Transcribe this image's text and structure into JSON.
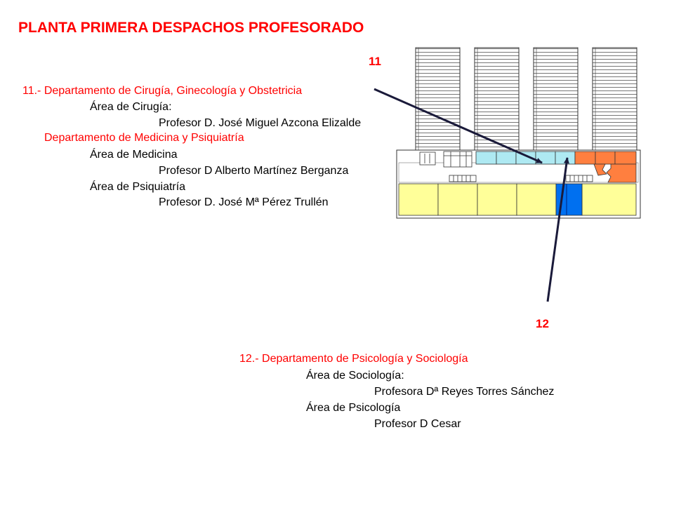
{
  "title": "PLANTA PRIMERA DESPACHOS PROFESORADO",
  "markers": {
    "m11": "11",
    "m12": "12"
  },
  "block11": {
    "dept1": "11.- Departamento de Cirugía, Ginecología y Obstetricia",
    "area1": "Área de Cirugía:",
    "prof1": "Profesor D. José Miguel Azcona Elizalde",
    "dept2": "Departamento de Medicina y Psiquiatría",
    "area2": "Área de Medicina",
    "prof2": "Profesor D Alberto Martínez Berganza",
    "area3": "Área de Psiquiatría",
    "prof3": "Profesor D. José Mª Pérez Trullén"
  },
  "block12": {
    "dept": "12.- Departamento de Psicología y Sociología",
    "area1": "Área de Sociología:",
    "prof1": "Profesora Dª Reyes Torres Sánchez",
    "area2": "Área de Psicología",
    "prof2": "Profesor D Cesar"
  },
  "colors": {
    "title": "#ff0000",
    "room_blue_light": "#aee9f2",
    "room_orange": "#ff7f3f",
    "room_yellow": "#ffff99",
    "room_blue": "#0070f0",
    "arrow": "#1a1a3a"
  }
}
